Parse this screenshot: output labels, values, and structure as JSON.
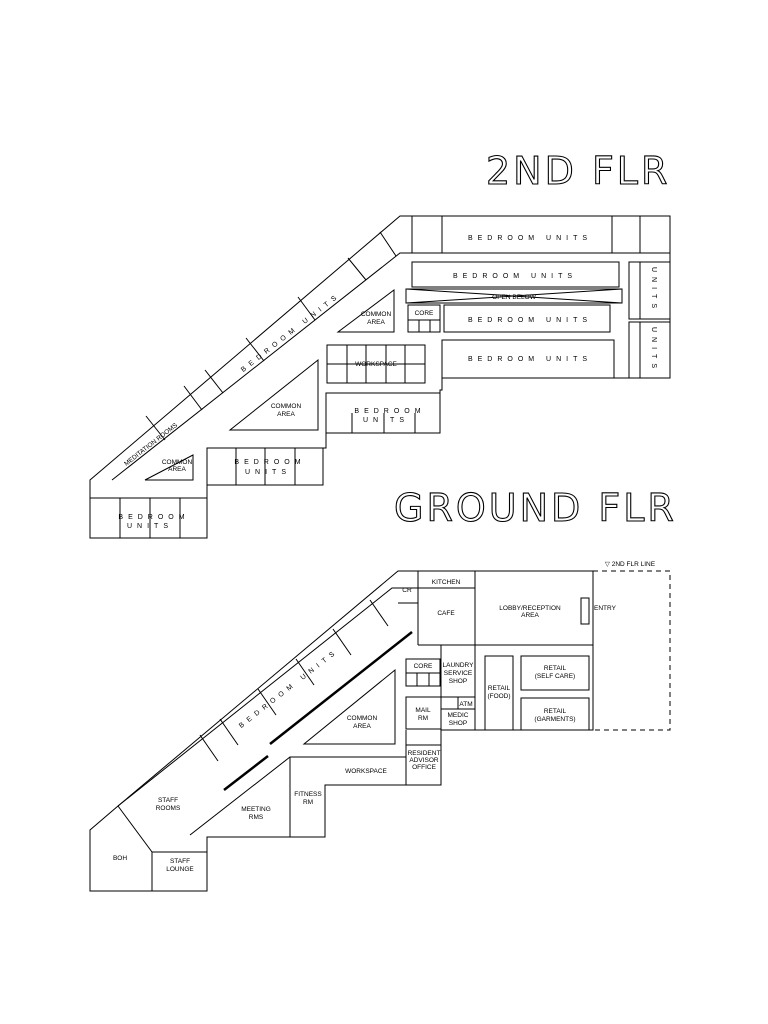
{
  "titles": {
    "second_floor": "2ND FLR",
    "ground_floor": "GROUND FLR"
  },
  "second_floor": {
    "bedroom_units_top": "BEDROOM UNITS",
    "bedroom_units_row2": "BEDROOM UNITS",
    "open_below": "OPEN BELOW",
    "bedroom_units_row3": "BEDROOM UNITS",
    "bedroom_units_row4": "BEDROOM UNITS",
    "bedroom_units_right_a": "UNITS",
    "bedroom_units_right_b": "UNITS",
    "core": "CORE",
    "common_area_top": "COMMON AREA",
    "workspace": "WORKSPACE",
    "bedroom_units_mid_a": "BEDROOM",
    "bedroom_units_mid_b": "UNITS",
    "common_area_mid": "COMMON AREA",
    "bedroom_units_diag": "BEDROOM UNITS",
    "meditation_rooms": "MEDITATION ROOMS",
    "common_area_low": "COMMON AREA",
    "bedroom_units_low_a": "BEDROOM",
    "bedroom_units_low_b": "UNITS",
    "bedroom_units_end_a": "BEDROOM",
    "bedroom_units_end_b": "UNITS"
  },
  "ground_floor": {
    "second_floor_line": "▽ 2ND FLR LINE",
    "cr": "CR",
    "kitchen": "KITCHEN",
    "cafe": "CAFE",
    "lobby_reception_a": "LOBBY/RECEPTION",
    "lobby_reception_b": "AREA",
    "entry": "ENTRY",
    "core": "CORE",
    "laundry_a": "LAUNDRY",
    "laundry_b": "SERVICE",
    "laundry_c": "SHOP",
    "retail_self_care_a": "RETAIL",
    "retail_self_care_b": "(SELF CARE)",
    "retail_food_a": "RETAIL",
    "retail_food_b": "(FOOD)",
    "atm": "ATM",
    "mail_rm_a": "MAIL",
    "mail_rm_b": "RM",
    "medic_shop_a": "MEDIC",
    "medic_shop_b": "SHOP",
    "retail_garments_a": "RETAIL",
    "retail_garments_b": "(GARMENTS)",
    "bedroom_units_diag": "BEDROOM UNITS",
    "common_area": "COMMON AREA",
    "resident_advisor_a": "RESIDENT",
    "resident_advisor_b": "ADVISOR",
    "resident_advisor_c": "OFFICE",
    "workspace": "WORKSPACE",
    "fitness_rm_a": "FITNESS",
    "fitness_rm_b": "RM",
    "meeting_rms_a": "MEETING",
    "meeting_rms_b": "RMS",
    "staff_rooms_a": "STAFF",
    "staff_rooms_b": "ROOMS",
    "boh": "BOH",
    "staff_lounge_a": "STAFF",
    "staff_lounge_b": "LOUNGE"
  }
}
